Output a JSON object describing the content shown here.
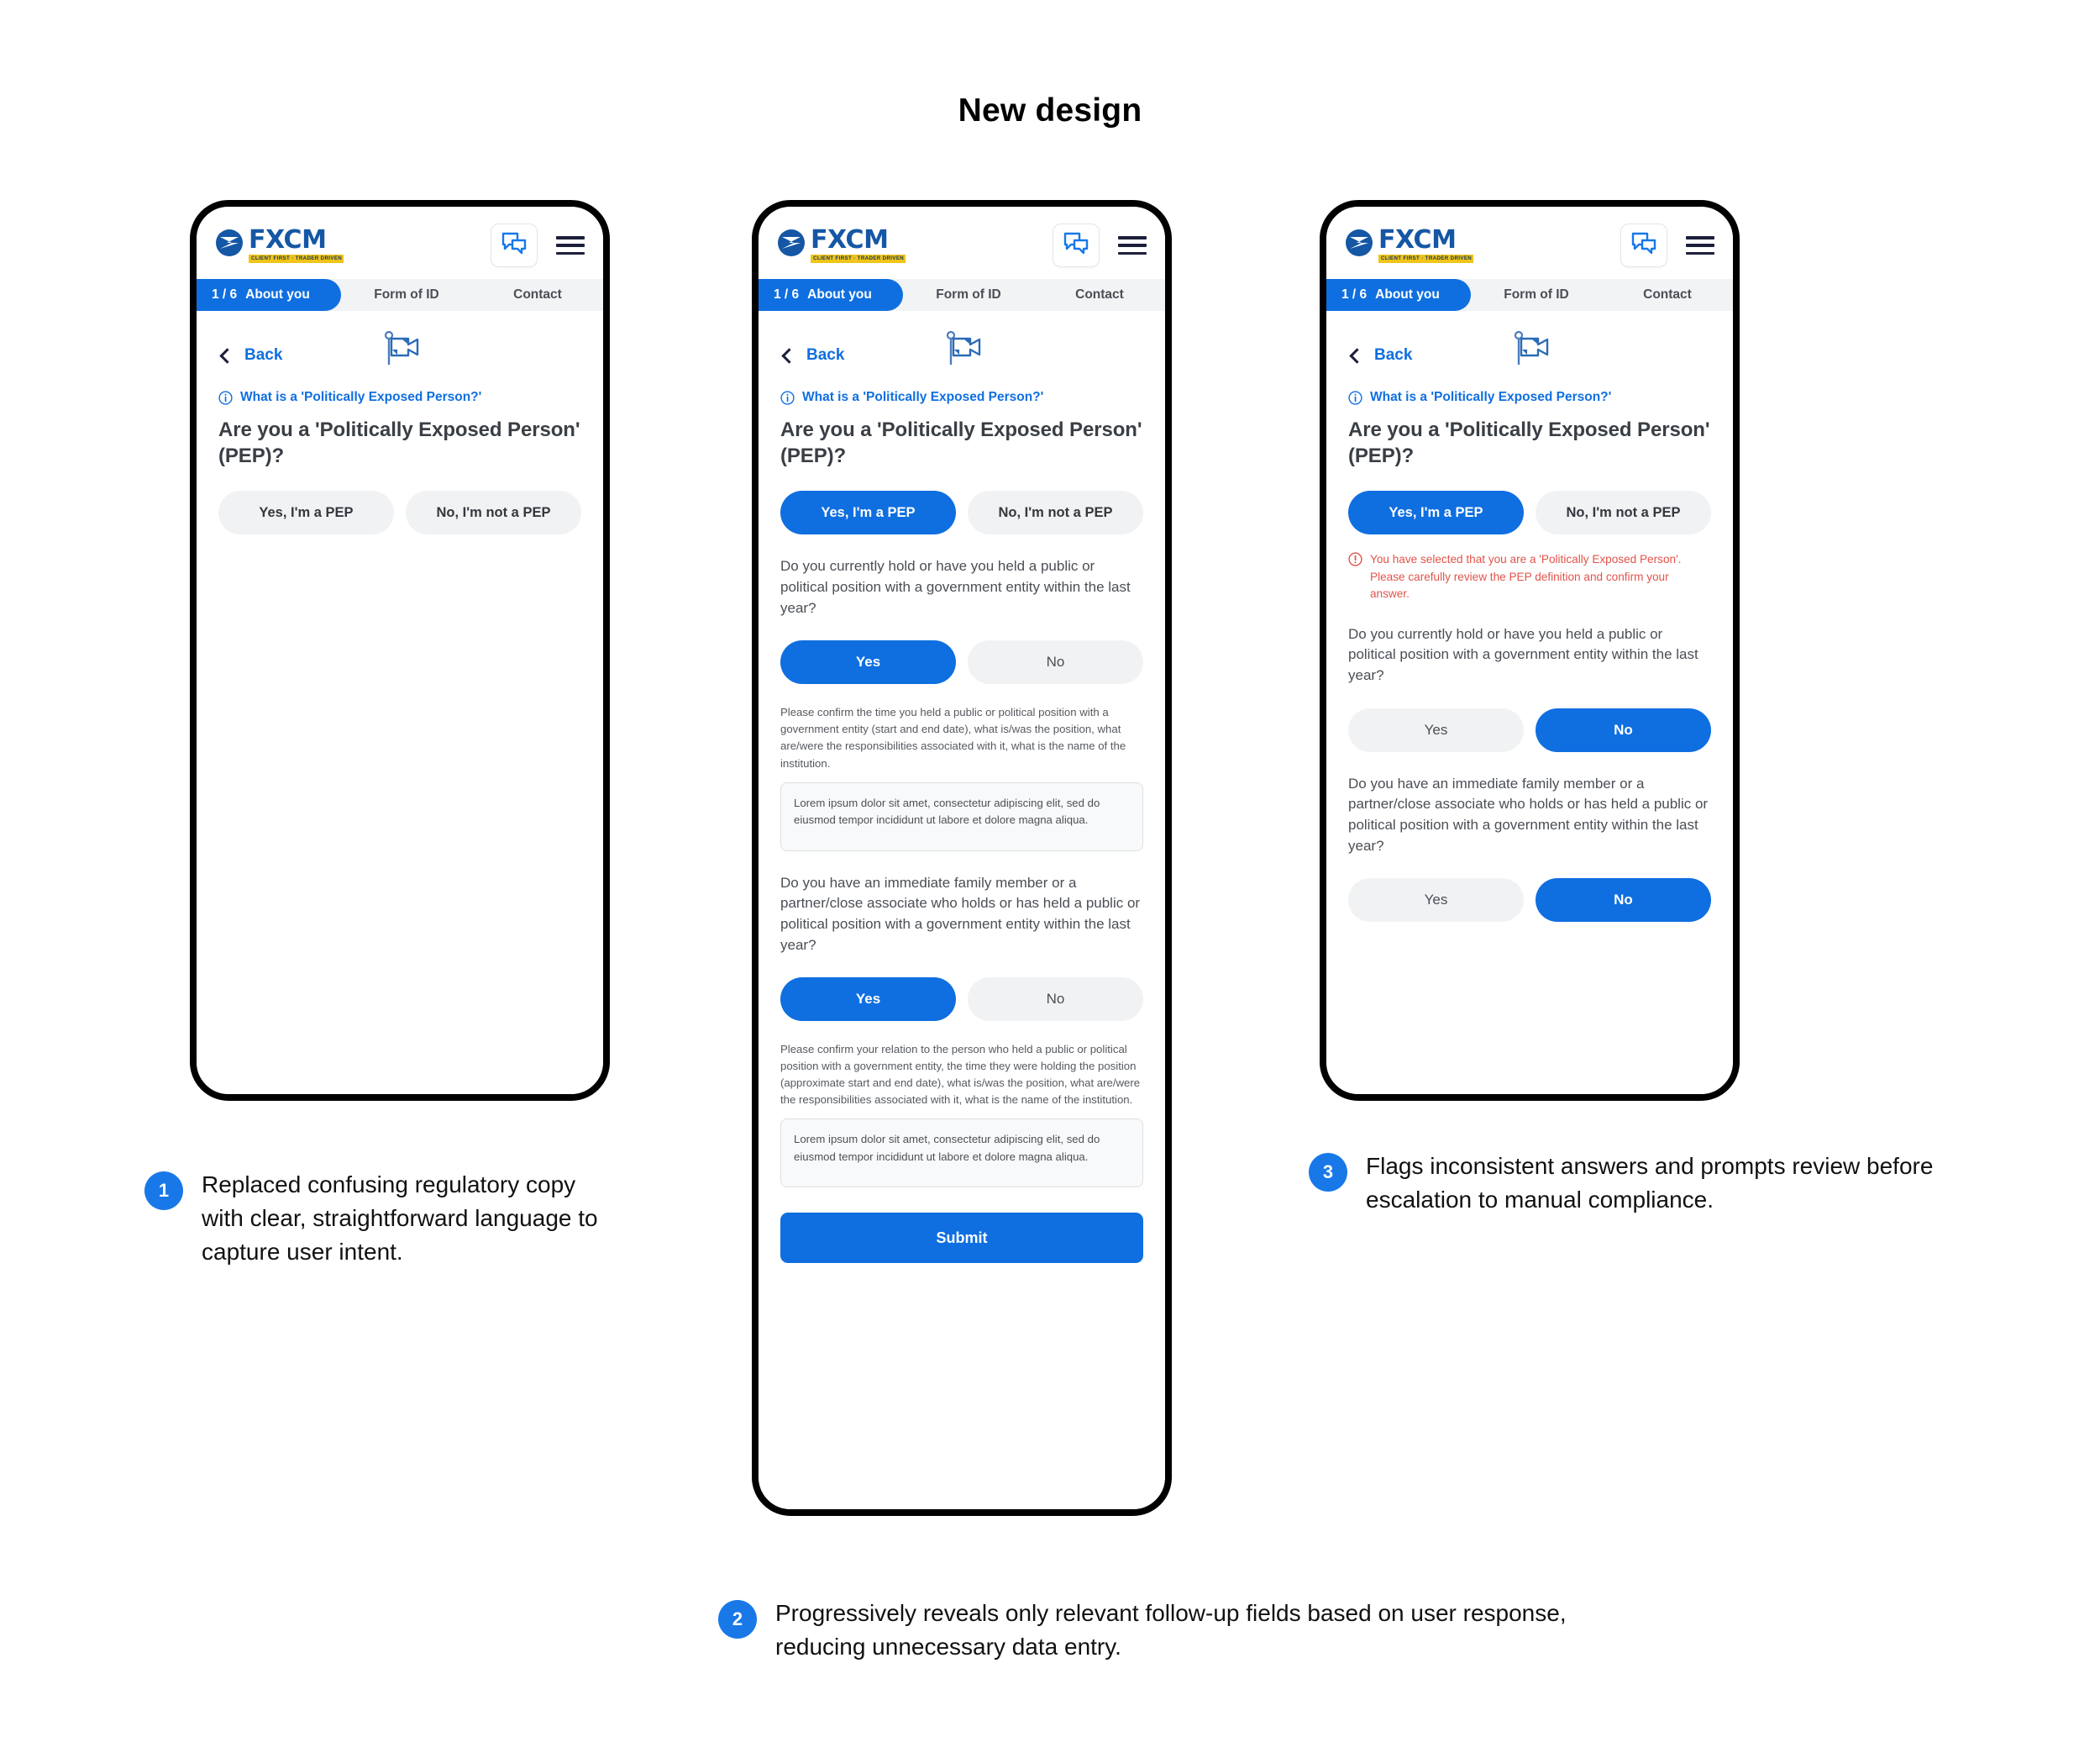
{
  "page": {
    "title": "New design"
  },
  "app": {
    "logo": {
      "word": "FXCM",
      "tagline": "CLIENT FIRST · TRADER DRIVEN"
    },
    "header_icons": {
      "chat": "chat-bubbles-icon",
      "menu": "hamburger-menu-icon"
    },
    "tabs": [
      {
        "step": "1 / 6",
        "label": "About you",
        "active": true
      },
      {
        "step": "",
        "label": "Form of ID",
        "active": false
      },
      {
        "step": "",
        "label": "Contact",
        "active": false
      }
    ],
    "back_label": "Back",
    "info_link": "What is a 'Politically Exposed Person?'",
    "question_title": "Are you a 'Politically Exposed Person' (PEP)?",
    "pep_answers": {
      "yes": "Yes, I'm a PEP",
      "no": "No, I'm not a PEP"
    },
    "yes_no": {
      "yes": "Yes",
      "no": "No"
    },
    "questions": {
      "self": "Do you currently hold or have you held a public or political position with a government entity within the last year?",
      "family": "Do you have an immediate family member or a partner/close associate who holds or has held a public or political position with a government entity within the last year?"
    },
    "hints": {
      "self": "Please confirm the time you held a public or political position with a government entity (start and end date), what is/was the position, what are/were the responsibilities associated with it, what is the name of the institution.",
      "family": "Please confirm your relation to the person who held a public or political position with a government entity, the time they were holding the position (approximate start and end date), what is/was the position, what are/were the responsibilities associated with it, what is the name of the institution."
    },
    "textarea_value": "Lorem ipsum dolor sit amet, consectetur adipiscing elit, sed do eiusmod tempor incididunt ut labore et dolore magna aliqua.",
    "alert_text": "You have selected that you are a 'Politically Exposed Person'. Please carefully review the PEP definition and confirm your answer.",
    "submit_label": "Submit"
  },
  "screens": {
    "one": {
      "pep_yes_selected": false,
      "pep_no_selected": false
    },
    "two": {
      "pep_yes_selected": true,
      "self_answer": "Yes",
      "family_answer": "Yes"
    },
    "three": {
      "pep_yes_selected": true,
      "self_answer": "No",
      "family_answer": "No"
    }
  },
  "annotations": [
    {
      "number": "1",
      "text": "Replaced confusing regulatory copy with clear, straightforward language to capture user intent."
    },
    {
      "number": "2",
      "text": "Progressively reveals only relevant follow-up fields based on user response, reducing unnecessary data entry."
    },
    {
      "number": "3",
      "text": "Flags inconsistent answers and prompts review before escalation to manual compliance."
    }
  ],
  "colors": {
    "accent_blue": "#0f6fe0",
    "annot_blue": "#1878e8",
    "logo_blue": "#1557a5",
    "logo_gold": "#f0c419",
    "alert_red": "#e2534a",
    "pill_grey": "#f1f2f4",
    "tabbar_grey": "#f2f3f5"
  }
}
